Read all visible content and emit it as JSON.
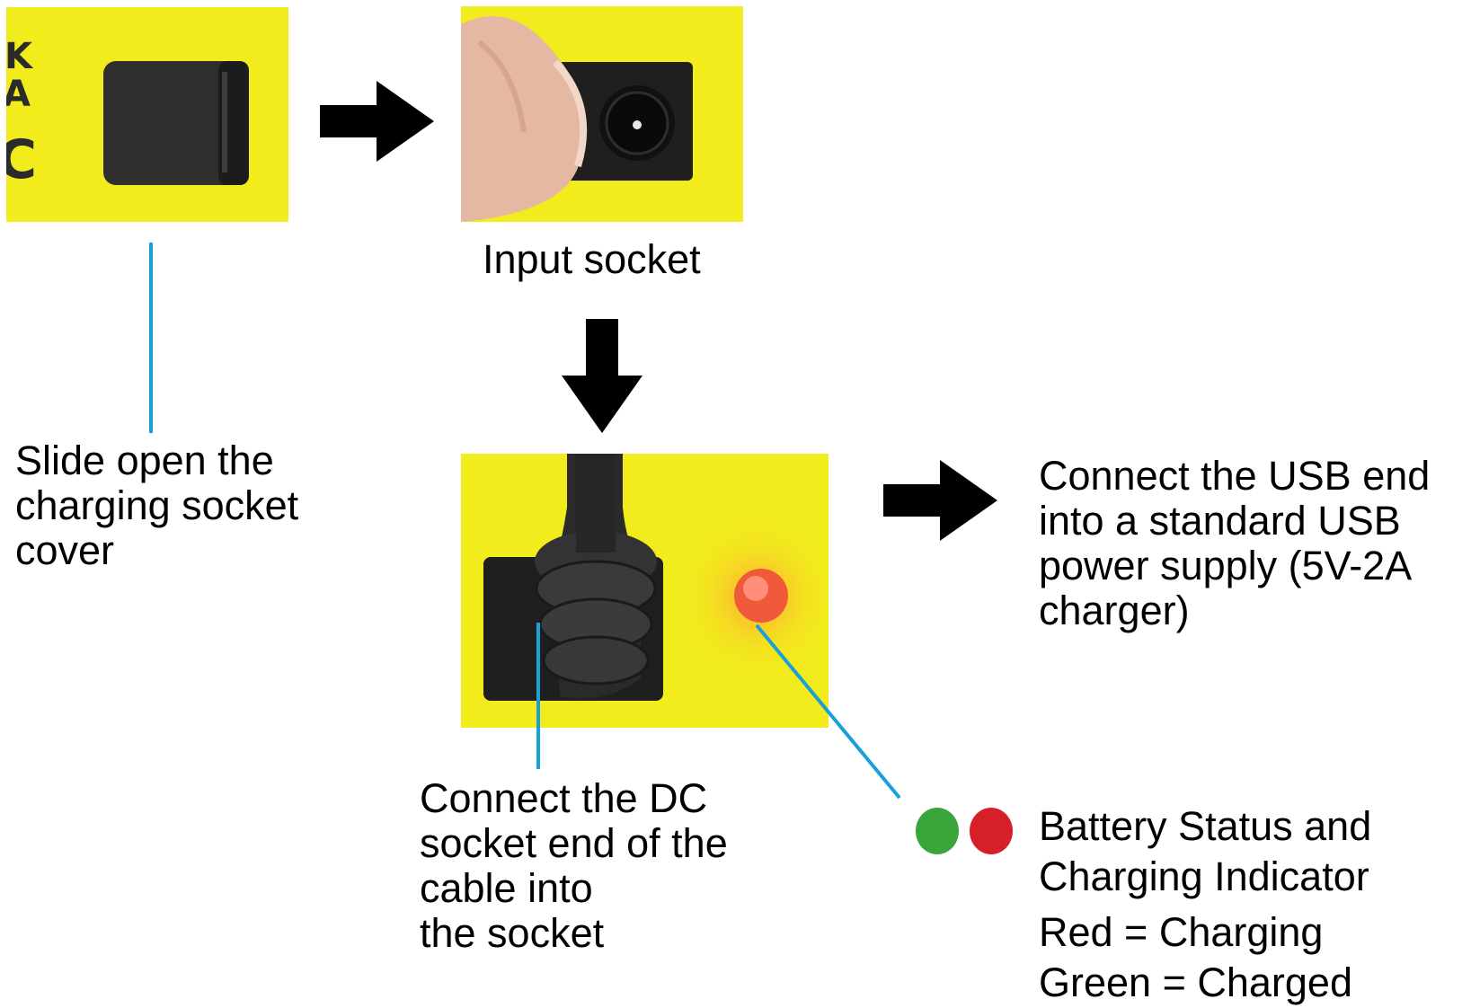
{
  "steps": {
    "slide_cover": {
      "label_lines": [
        "Slide open the",
        "charging socket",
        "cover"
      ],
      "panel_glyphs": [
        "K",
        "A",
        "C"
      ]
    },
    "input_socket": {
      "label": "Input socket"
    },
    "connect_dc": {
      "label_lines": [
        "Connect the DC",
        "socket end of the",
        "cable into",
        "the socket"
      ]
    },
    "connect_usb": {
      "label_lines": [
        "Connect the USB end",
        "into a standard USB",
        "power supply (5V-2A",
        "charger)"
      ]
    },
    "indicator": {
      "title_lines": [
        "Battery Status and",
        "Charging Indicator"
      ],
      "legend_lines": [
        "Red = Charging",
        "Green = Charged"
      ],
      "colors": {
        "charged": "#3aa53a",
        "charging": "#d71f2a"
      }
    }
  },
  "colors": {
    "panel_yellow": "#f2ec1c",
    "leader_blue": "#1aa0d8",
    "arrow": "#000000"
  }
}
